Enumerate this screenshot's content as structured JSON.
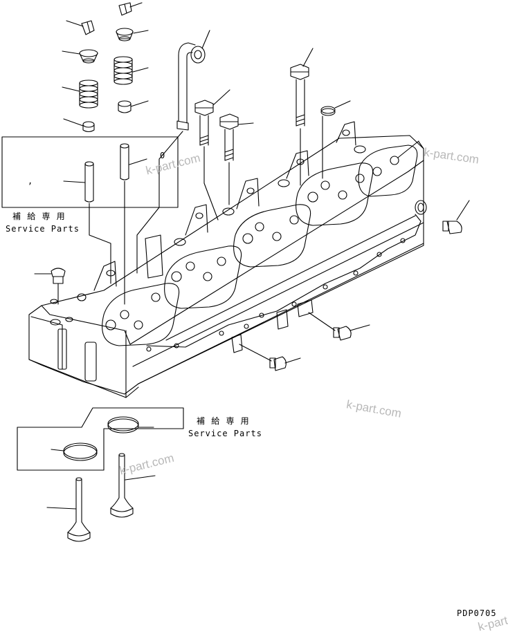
{
  "labels": {
    "service_parts_1_jp": "補 給 専 用",
    "service_parts_1_en": "Service Parts",
    "service_parts_2_jp": "補 給 専 用",
    "service_parts_2_en": "Service Parts",
    "box_mark_zero": "0",
    "box_mark_comma": ",",
    "drawing_code": "PDP0705"
  },
  "watermarks": [
    "k-part.com",
    "k-part.com",
    "k-part.com",
    "k-part.com",
    "k-part.com"
  ],
  "colors": {
    "line": "#000000",
    "watermark": "#b8b8b8",
    "background": "#ffffff"
  }
}
